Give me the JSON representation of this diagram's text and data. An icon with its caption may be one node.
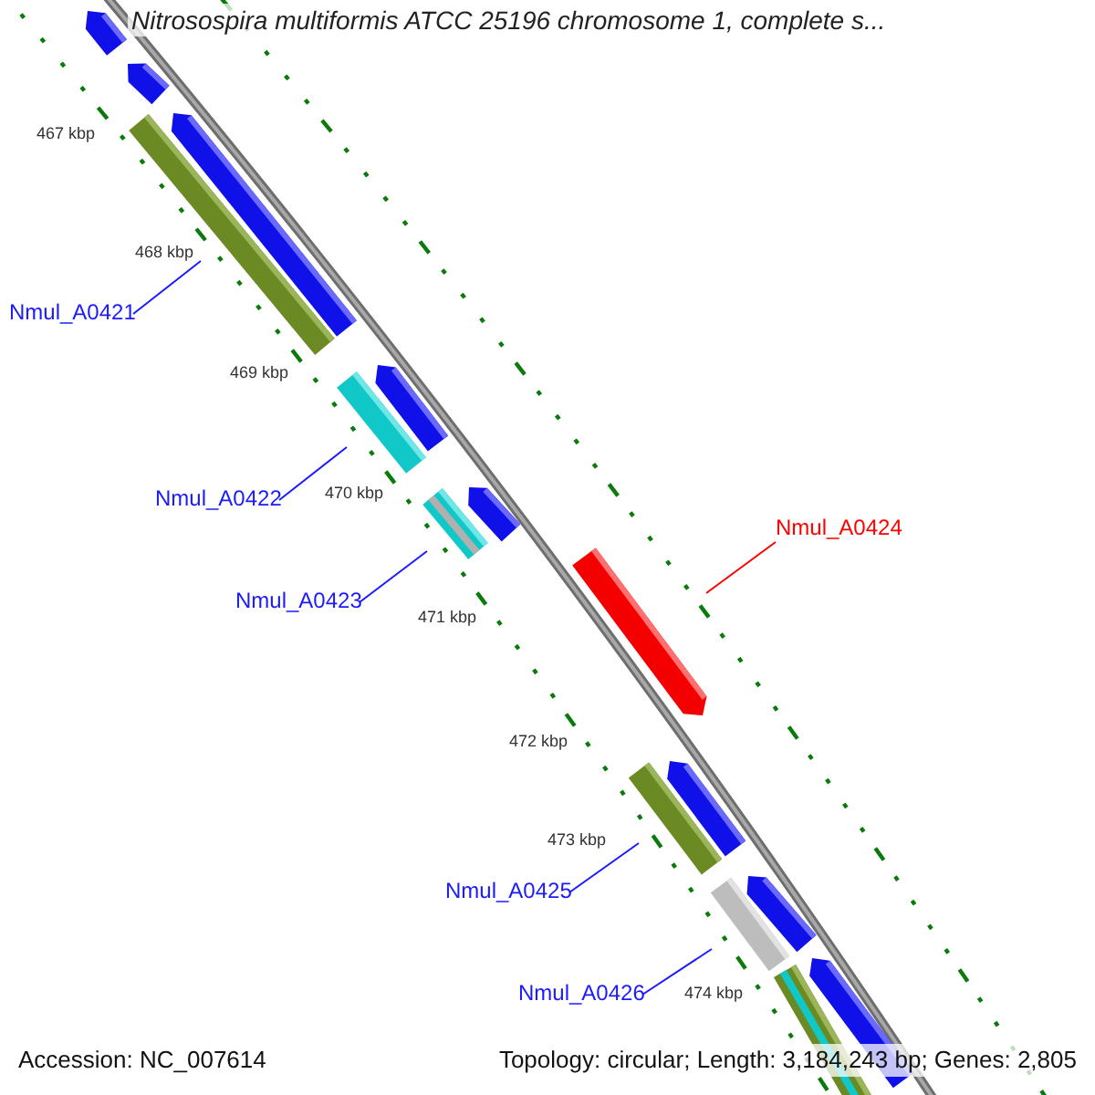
{
  "diagram": {
    "title": "Nitrosospira multiformis ATCC 25196 chromosome 1, complete s...",
    "nodes": [
      {
        "text": [
          "Nmul_A0421"
        ]
      },
      {
        "text": [],
        "shape": "bar"
      },
      {
        "text": [
          "Nmul_A0422"
        ]
      },
      {
        "text": [],
        "shape": "bar"
      },
      {
        "text": [
          "Nmul_A0423"
        ]
      },
      {
        "text": [],
        "shape": "bar"
      },
      {
        "text": [
          "Nmul_A0424"
        ]
      },
      {
        "text": [],
        "shape": "arrow"
      },
      {
        "text": [
          "Nmul_A0425"
        ]
      },
      {
        "text": [],
        "shape": "bar"
      },
      {
        "text": [
          "Nmul_A0426"
        ]
      },
      {
        "text": [],
        "shape": "bar"
      },
      {
        "text": [],
        "shape": "arrow"
      },
      {
        "text": [],
        "shape": "arrow"
      },
      {
        "text": [],
        "shape": "arrow"
      },
      {
        "text": [],
        "shape": "arrow"
      },
      {
        "text": [],
        "shape": "arrow"
      },
      {
        "text": [],
        "shape": "arrow"
      },
      {
        "text": [],
        "shape": "arrow"
      },
      {
        "text": [],
        "shape": "arrow"
      },
      {
        "text": [],
        "shape": "bar"
      }
    ],
    "edges": [
      {
        "from": 0,
        "to": 1,
        "arrow": "none"
      },
      {
        "from": 2,
        "to": 3,
        "arrow": "none"
      },
      {
        "from": 4,
        "to": 5,
        "arrow": "none"
      },
      {
        "from": 6,
        "to": 7,
        "arrow": "none",
        "color": "#ff0000"
      },
      {
        "from": 8,
        "to": 9,
        "arrow": "none"
      },
      {
        "from": 10,
        "to": 11,
        "arrow": "none"
      }
    ],
    "labels": [
      "467 kbp",
      "468 kbp",
      "469 kbp",
      "470 kbp",
      "471 kbp",
      "472 kbp",
      "473 kbp",
      "474 kbp",
      "Accession: NC_007614",
      "Topology: circular; Length: 3,184,243 bp; Genes: 2,805"
    ]
  }
}
